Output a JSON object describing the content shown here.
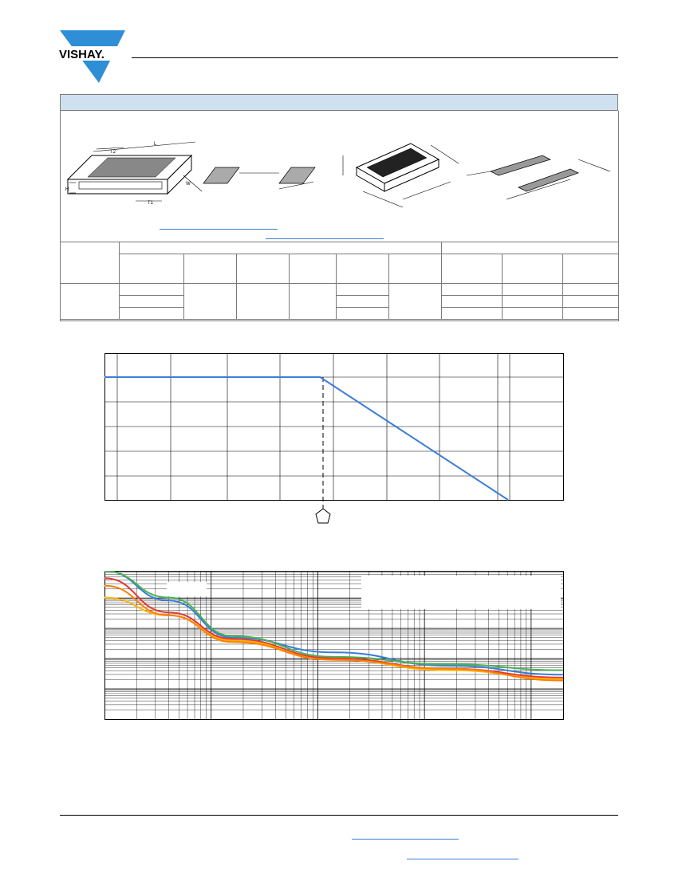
{
  "header": {
    "logo_text": "VISHAY.",
    "logo_color": "#2e8fd6"
  },
  "dimensions_section": {
    "drawing_labels": {
      "length": "L",
      "width": "W",
      "height": "H",
      "top_termination_2": "T2",
      "top_termination_1": "T1"
    },
    "header_color": "#cfe0f0"
  },
  "derating_chart": {
    "line_color": "#3b7dd8",
    "marker_label": ""
  },
  "noise_chart": {
    "series_colors": [
      "#3b7dd8",
      "#4caf50",
      "#e53935",
      "#ffb300",
      "#ff7f00"
    ]
  },
  "footer": {
    "link_color": "#3b7dd8"
  },
  "chart_data": [
    {
      "type": "line",
      "title": "",
      "xlabel": "",
      "ylabel": "",
      "series": [
        {
          "x": [
            0,
            0.47,
            0.88
          ],
          "y": [
            1.0,
            1.0,
            0.0
          ]
        }
      ],
      "grid": true
    },
    {
      "type": "line",
      "title": "",
      "xlabel": "",
      "ylabel": "",
      "series": [
        {
          "x": [
            0,
            0.14,
            0.28,
            0.5,
            0.75,
            1.0
          ],
          "y": [
            1.0,
            0.8,
            0.55,
            0.45,
            0.36,
            0.3
          ]
        },
        {
          "x": [
            0,
            0.14,
            0.28,
            0.5,
            0.75,
            1.0
          ],
          "y": [
            1.0,
            0.82,
            0.56,
            0.42,
            0.37,
            0.33
          ]
        },
        {
          "x": [
            0,
            0.14,
            0.28,
            0.5,
            0.75,
            1.0
          ],
          "y": [
            0.95,
            0.72,
            0.54,
            0.41,
            0.34,
            0.28
          ]
        },
        {
          "x": [
            0,
            0.14,
            0.28,
            0.5,
            0.75,
            1.0
          ],
          "y": [
            0.82,
            0.7,
            0.53,
            0.4,
            0.33,
            0.27
          ]
        },
        {
          "x": [
            0,
            0.14,
            0.28,
            0.5,
            0.75,
            1.0
          ],
          "y": [
            0.9,
            0.7,
            0.52,
            0.4,
            0.34,
            0.26
          ]
        }
      ],
      "grid": true,
      "scale": "log"
    }
  ]
}
